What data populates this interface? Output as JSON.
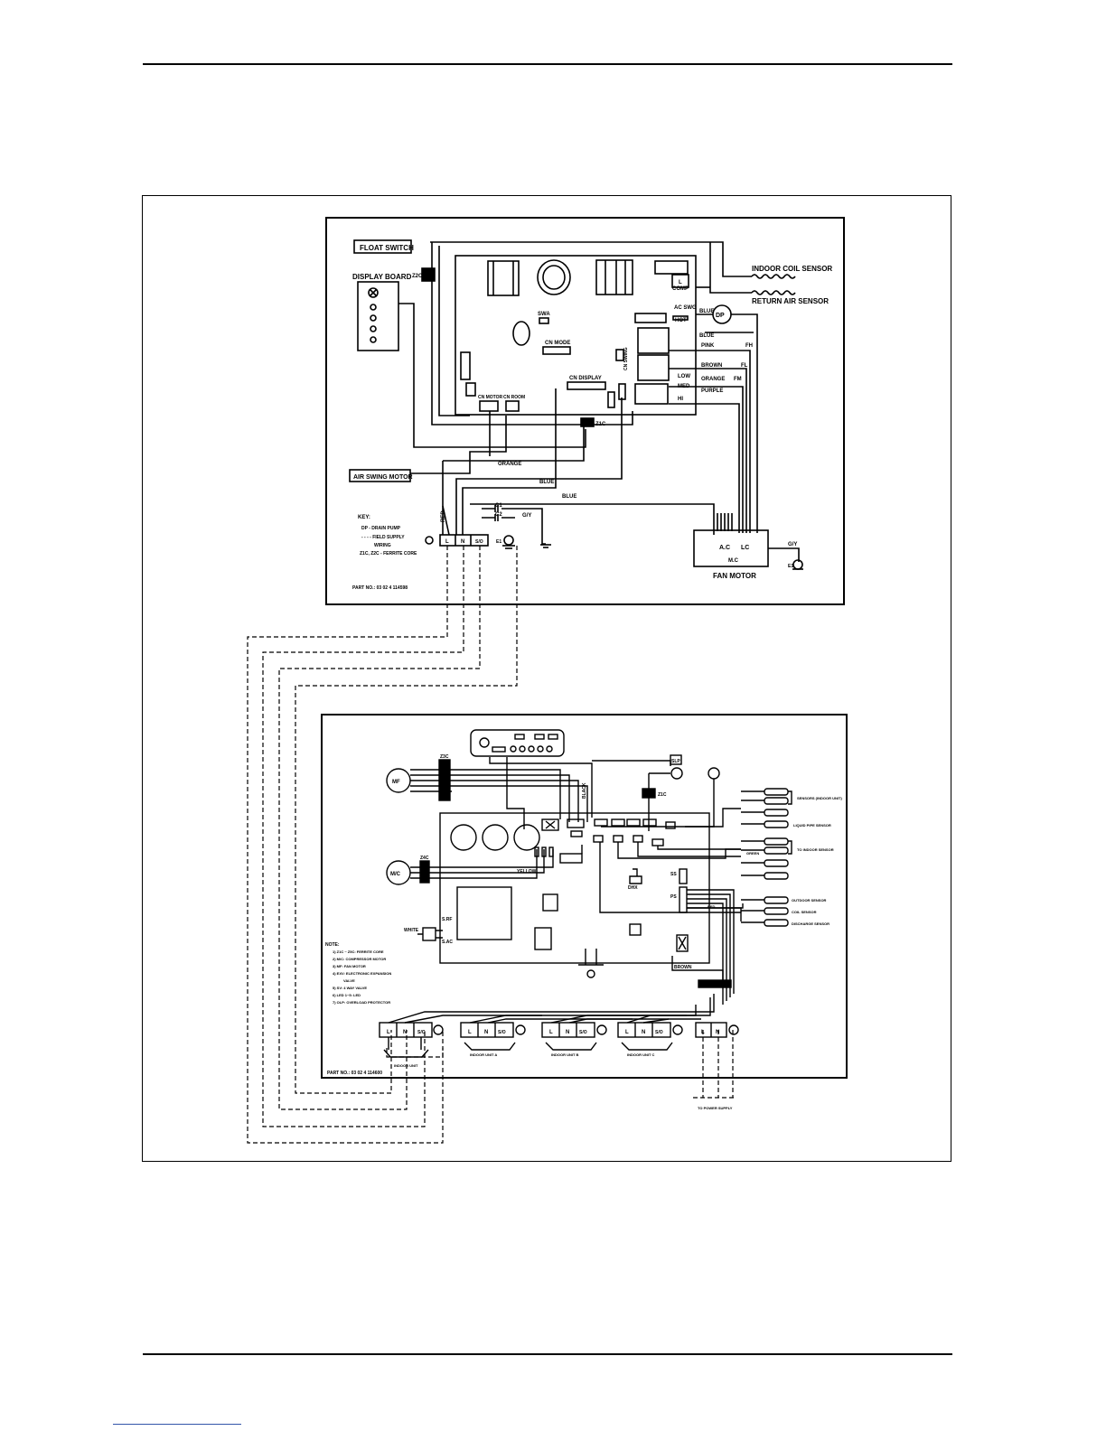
{
  "indoor": {
    "float_switch": "FLOAT SWITCH",
    "display_board": "DISPLAY BOARD",
    "indoor_coil_sensor": "INDOOR COIL SENSOR",
    "return_air_sensor": "RETURN AIR SENSOR",
    "air_swing_motor": "AIR SWING MOTOR",
    "fan_motor": "FAN MOTOR",
    "dp": "DP",
    "z2c": "Z2C",
    "z1c": "Z1C",
    "comp": "COMP",
    "ac_swing": "AC SWG",
    "hot": "HOT",
    "low": "LOW",
    "med": "MED",
    "hi": "HI",
    "cn_mode": "CN MODE",
    "cn_display": "CN DISPLAY",
    "cn_swing": "CN SWING",
    "cn_motor": "CN MOTOR",
    "cn_room": "CN ROOM",
    "swa": "SWA",
    "l_mark": "L",
    "wire_blue_dp": "BLUE",
    "wire_blue": "BLUE",
    "wire_pink": "PINK",
    "wire_brown": "BROWN",
    "wire_orange_fan": "ORANGE",
    "wire_purple": "PURPLE",
    "wire_orange": "ORANGE",
    "wire_blue2": "BLUE",
    "wire_blue3": "BLUE",
    "wire_red": "RED",
    "wire_gy": "G/Y",
    "wire_gy2": "G/Y",
    "fh": "FH",
    "fl": "FL",
    "fm": "FM",
    "c1": "C1",
    "c2": "C2",
    "ac": "A.C",
    "lc": "LC",
    "mc": "M.C",
    "term_l": "L",
    "term_n": "N",
    "term_s": "S/O",
    "e1": "E1",
    "e1b": "E1",
    "key": "KEY:",
    "key_dp": "DP - DRAIN PUMP",
    "key_field": "- - - - FIELD SUPPLY",
    "key_wiring": "WIRING",
    "key_cores": "Z1C, Z2C - FERRITE CORE",
    "part_no": "PART NO.: 03 02 4 114598"
  },
  "outdoor": {
    "mf": "MF",
    "mc": "M/C",
    "z3c": "Z3C",
    "z4c": "Z4C",
    "z1c": "Z1C",
    "slp": "SLP",
    "dhx": "DHX",
    "ss": "SS",
    "ps": "PS",
    "s_rf": "S.RF",
    "s_ac": "S.AC",
    "wire_yellow": "YELLOW",
    "wire_black": "BLACK",
    "wire_white": "WHITE",
    "wire_brown": "BROWN",
    "wire_green": "GREEN",
    "wire_red": "RED",
    "indoor_sensors_a": "SENSORS (INDOOR UNIT)",
    "indoor_sensors_b": "TO INDOOR SENSOR",
    "liquid_sensor": "LIQUID PIPE SENSOR",
    "outdoor_sensor": "OUTDOOR SENSOR",
    "coil_sensor": "COIL SENSOR",
    "discharge_sensor": "DISCHARGE SENSOR",
    "note": "NOTE:",
    "note_1": "1) Z1C ~ Z5C: FERRITE CORE",
    "note_2": "2) M/C: COMPRESSOR MOTOR",
    "note_3": "3) MF: FAN MOTOR",
    "note_4": "4) EXV: ELECTRONIC EXPANSION",
    "note_4b": "VALVE",
    "note_5": "5) SV: 4 WAY VALVE",
    "note_6": "6) LED 1~5: LED",
    "note_7": "7) OLP: OVERLOAD PROTECTOR",
    "t1_l": "L",
    "t1_n": "N",
    "t1_s": "S/O",
    "t2_l": "L",
    "t2_n": "N",
    "t2_s": "S/O",
    "t3_l": "L",
    "t3_n": "N",
    "t3_s": "S/O",
    "t4_l": "L",
    "t4_n": "N",
    "t4_s": "S/O",
    "t5_l": "L",
    "t5_n": "N",
    "indoor_unit": "INDOOR UNIT",
    "indoor_a": "INDOOR UNIT A",
    "indoor_b": "INDOOR UNIT B",
    "indoor_c": "INDOOR UNIT C",
    "power_supply": "TO POWER SUPPLY",
    "part_no": "PART NO.: 03 02 4 114600"
  }
}
